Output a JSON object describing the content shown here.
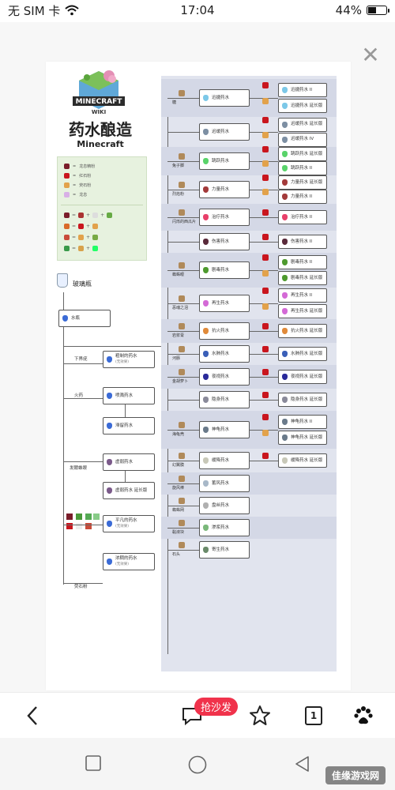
{
  "status_bar": {
    "carrier": "无 SIM 卡",
    "time": "17:04",
    "battery": "44%",
    "battery_level": 0.44
  },
  "image": {
    "title": "药水酿造",
    "subtitle": "Minecraft",
    "logo_text_1": "MINECRAFT",
    "logo_text_2": "WIKI",
    "bottle_label": "玻璃瓶",
    "water_label": "水瓶",
    "legend": [
      "龙息精粉",
      "红石粉",
      "荧石粉",
      "龙息"
    ],
    "base_potions": [
      {
        "ingredient": "下界疣",
        "potion": "粗制的药水",
        "note": "(无效果)"
      },
      {
        "ingredient": "火药",
        "potion": "喷溅药水"
      },
      {
        "ingredient": "",
        "potion": "滞留药水"
      },
      {
        "ingredient": "发酵蛛眼",
        "potion": "虚弱药水"
      },
      {
        "ingredient": "",
        "potion": "虚弱药水 延长版"
      },
      {
        "ingredient": "",
        "potion": "平凡的药水",
        "note": "(无效果)"
      },
      {
        "ingredient": "荧石粉",
        "potion": "浓稠的药水",
        "note": "(无效果)"
      }
    ],
    "right_rows": [
      {
        "ingredient": "糖",
        "potion": "迅捷药水",
        "upgrades": [
          "迅捷药水 II",
          "迅捷药水 延长版"
        ]
      },
      {
        "ingredient": "",
        "potion": "迟缓药水",
        "upgrades": [
          "迟缓药水 延长版",
          "迟缓药水 IV"
        ]
      },
      {
        "ingredient": "兔子脚",
        "potion": "跳跃药水",
        "upgrades": [
          "跳跃药水 延长版",
          "跳跃药水 II"
        ]
      },
      {
        "ingredient": "烈焰粉",
        "potion": "力量药水",
        "upgrades": [
          "力量药水 延长版",
          "力量药水 II"
        ]
      },
      {
        "ingredient": "闪烁的西瓜片",
        "potion": "治疗药水",
        "upgrades": [
          "治疗药水 II"
        ]
      },
      {
        "ingredient": "",
        "potion": "伤害药水",
        "upgrades": [
          "伤害药水 II"
        ]
      },
      {
        "ingredient": "蜘蛛眼",
        "potion": "剧毒药水",
        "upgrades": [
          "剧毒药水 II",
          "剧毒药水 延长版"
        ]
      },
      {
        "ingredient": "恶魂之泪",
        "potion": "再生药水",
        "upgrades": [
          "再生药水 II",
          "再生药水 延长版"
        ]
      },
      {
        "ingredient": "岩浆膏",
        "potion": "抗火药水",
        "upgrades": [
          "抗火药水 延长版"
        ]
      },
      {
        "ingredient": "河豚",
        "potion": "水肺药水",
        "upgrades": [
          "水肺药水 延长版"
        ]
      },
      {
        "ingredient": "金胡萝卜",
        "potion": "夜视药水",
        "upgrades": [
          "夜视药水 延长版"
        ]
      },
      {
        "ingredient": "",
        "potion": "隐身药水",
        "upgrades": [
          "隐身药水 延长版"
        ]
      },
      {
        "ingredient": "海龟壳",
        "potion": "神龟药水",
        "upgrades": [
          "神龟药水 II",
          "神龟药水 延长版"
        ]
      },
      {
        "ingredient": "幻翼膜",
        "potion": "缓降药水",
        "upgrades": [
          "缓降药水 延长版"
        ]
      },
      {
        "ingredient": "旋风棒",
        "potion": "蓄风药水",
        "upgrades": []
      },
      {
        "ingredient": "蜘蛛网",
        "potion": "盘丝药水",
        "upgrades": []
      },
      {
        "ingredient": "黏液块",
        "potion": "渗浆药水",
        "upgrades": []
      },
      {
        "ingredient": "石头",
        "potion": "寄生药水",
        "upgrades": []
      }
    ]
  },
  "bottom_nav": {
    "sofa_label": "抢沙发",
    "page_count": "1"
  },
  "watermark": "佳缘游戏网",
  "colors": {
    "sofa_badge": "#f0324b",
    "panel": "#e1e4ee",
    "legend_bg": "#e7f2df"
  }
}
